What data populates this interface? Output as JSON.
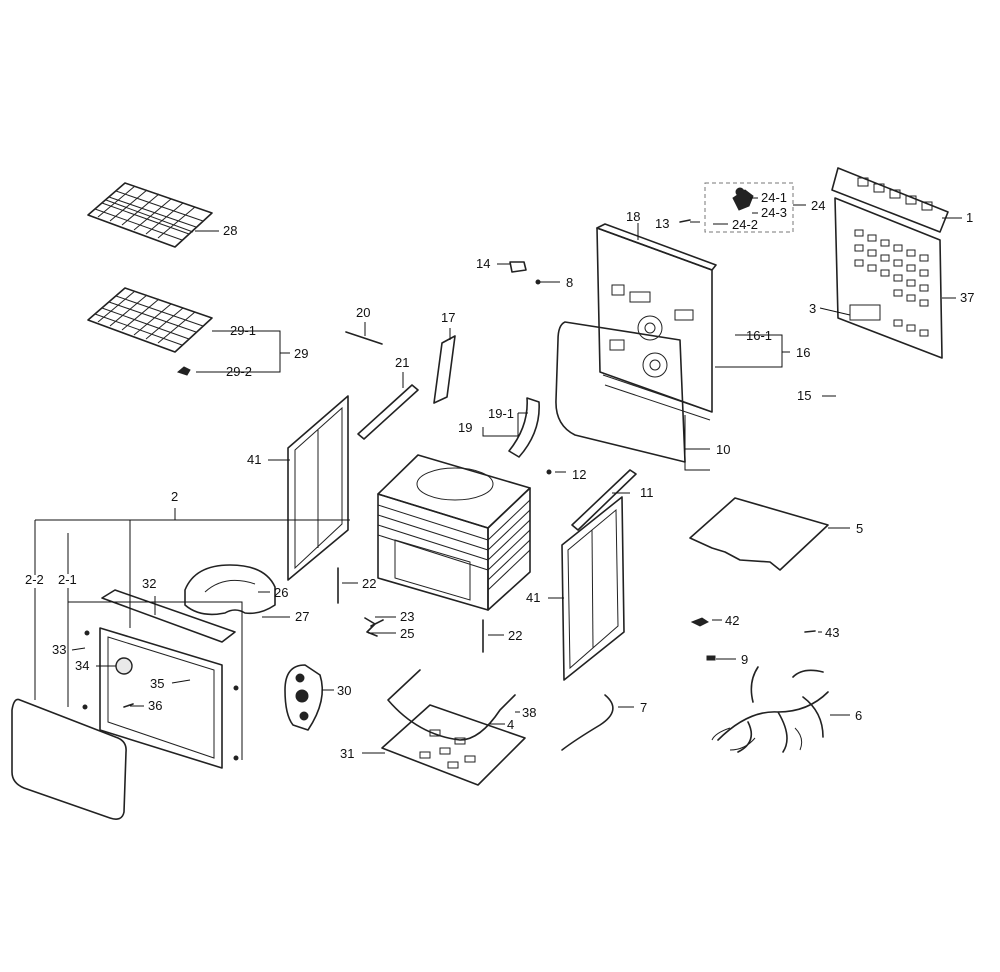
{
  "labels": {
    "l1": "1",
    "l2": "2",
    "l2_1": "2-1",
    "l2_2": "2-2",
    "l3": "3",
    "l4": "4",
    "l5": "5",
    "l6": "6",
    "l7": "7",
    "l8": "8",
    "l9": "9",
    "l10": "10",
    "l11": "11",
    "l12": "12",
    "l13": "13",
    "l14": "14",
    "l15": "15",
    "l16": "16",
    "l16_1": "16-1",
    "l17": "17",
    "l18": "18",
    "l19": "19",
    "l19_1": "19-1",
    "l20": "20",
    "l21": "21",
    "l22a": "22",
    "l22b": "22",
    "l23": "23",
    "l24": "24",
    "l24_1": "24-1",
    "l24_2": "24-2",
    "l24_3": "24-3",
    "l25": "25",
    "l26": "26",
    "l27": "27",
    "l28": "28",
    "l29": "29",
    "l29_1": "29-1",
    "l29_2": "29-2",
    "l30": "30",
    "l31": "31",
    "l32": "32",
    "l33": "33",
    "l34": "34",
    "l35": "35",
    "l36": "36",
    "l37": "37",
    "l38": "38",
    "l41a": "41",
    "l41b": "41",
    "l42": "42",
    "l43": "43"
  }
}
